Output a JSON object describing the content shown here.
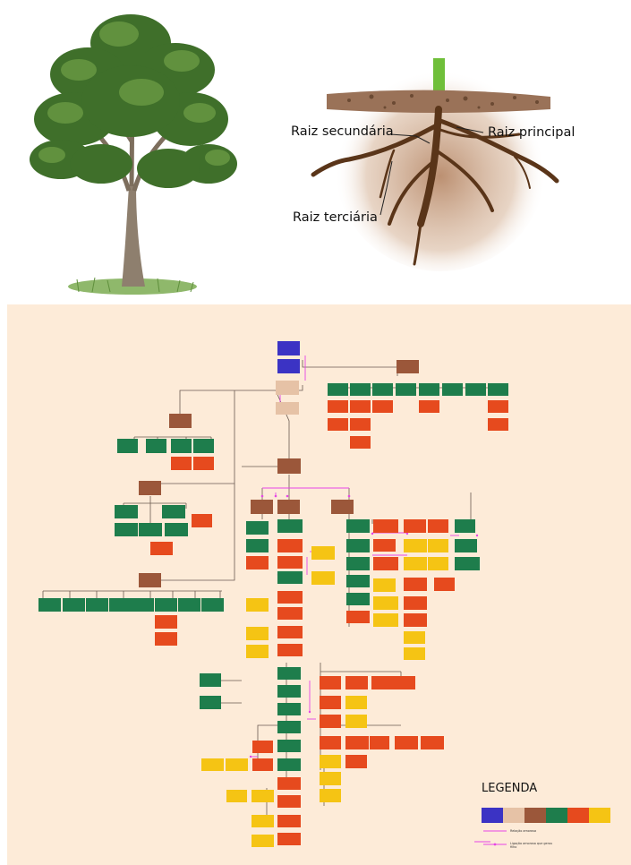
{
  "illustration": {
    "root_labels": {
      "secundaria": "Raiz secundária",
      "principal": "Raiz principal",
      "terciaria": "Raiz terciária"
    }
  },
  "legend": {
    "title": "LEGENDA",
    "items": [
      "Relação amorosa",
      "Ligação amorosa que gerou filho"
    ]
  },
  "colors": {
    "blue": "#3b33c4",
    "peach": "#e6c2a6",
    "brown": "#9b573a",
    "green": "#1e7d4c",
    "red": "#e64a1e",
    "yellow": "#f5c414",
    "board": "#fdebd8",
    "connector": "#6b5b51",
    "love_line": "#e646e6"
  }
}
